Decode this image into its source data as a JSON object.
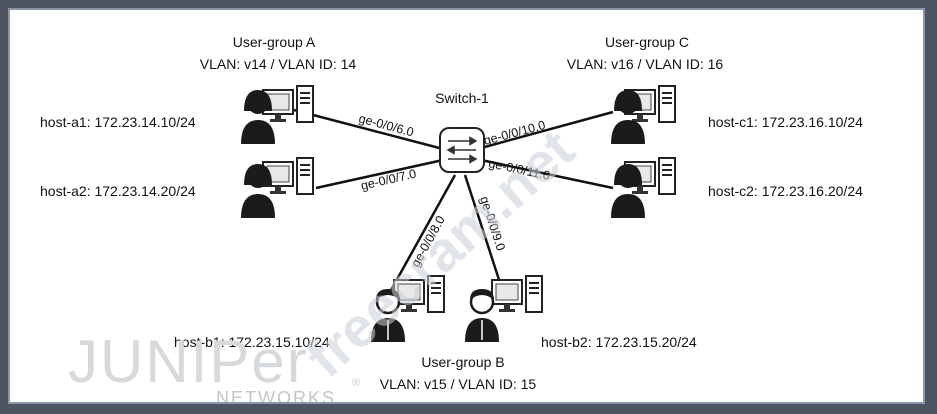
{
  "switch": {
    "name": "Switch-1"
  },
  "groups": {
    "a": {
      "title": "User-group A",
      "vlan": "VLAN: v14 / VLAN ID: 14"
    },
    "b": {
      "title": "User-group B",
      "vlan": "VLAN: v15 / VLAN ID: 15"
    },
    "c": {
      "title": "User-group C",
      "vlan": "VLAN: v16 / VLAN ID: 16"
    }
  },
  "hosts": {
    "a1": "host-a1: 172.23.14.10/24",
    "a2": "host-a2: 172.23.14.20/24",
    "b1": "host-b1: 172.23.15.10/24",
    "b2": "host-b2: 172.23.15.20/24",
    "c1": "host-c1: 172.23.16.10/24",
    "c2": "host-c2: 172.23.16.20/24"
  },
  "ports": {
    "a1": "ge-0/0/6.0",
    "a2": "ge-0/0/7.0",
    "b1": "ge-0/0/8.0",
    "b2": "ge-0/0/9.0",
    "c1": "ge-0/0/10.0",
    "c2": "ge-0/0/11.0"
  },
  "logo": {
    "brand": "JUNIPer",
    "sub": "NETWORKS",
    "reg": "®"
  },
  "watermark": "freecram.net"
}
